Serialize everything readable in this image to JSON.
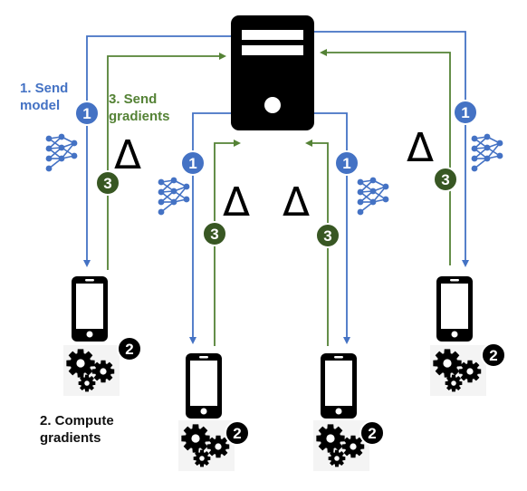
{
  "labels": {
    "send_model_line1": "1. Send",
    "send_model_line2": "model",
    "send_gradients_line1": "3. Send",
    "send_gradients_line2": "gradients",
    "compute_line1": "2. Compute",
    "compute_line2": "gradients"
  },
  "badges": {
    "step1": "1",
    "step2": "2",
    "step3": "3"
  },
  "delta_symbol": "Δ",
  "colors": {
    "model_flow": "#4472C4",
    "gradient_flow": "#548235",
    "device": "#000000",
    "background": "#ffffff"
  },
  "icons": {
    "server": "server-icon",
    "phone": "smartphone-icon",
    "gears": "gears-icon",
    "network": "neural-network-icon"
  }
}
